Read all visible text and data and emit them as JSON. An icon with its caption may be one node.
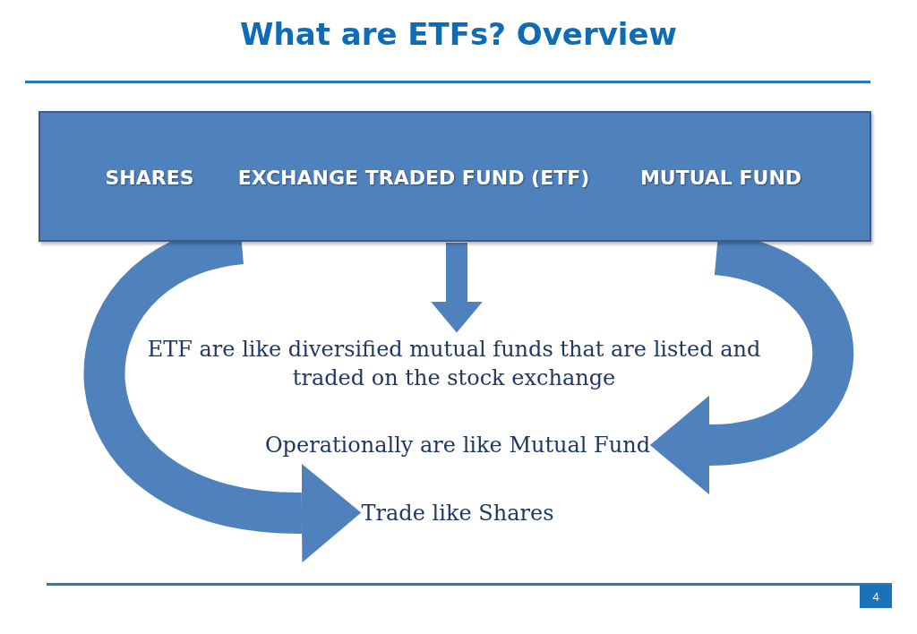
{
  "diagram": {
    "title": "What are ETFs? Overview",
    "nodes": [
      {
        "text": [],
        "shape": "box"
      },
      {
        "text": [
          "SHARES"
        ],
        "in": 0
      },
      {
        "text": [
          "EXCHANGE TRADED FUND (ETF)"
        ],
        "in": 0
      },
      {
        "text": [
          "MUTUAL FUND"
        ],
        "in": 0
      },
      {
        "text": [
          "ETF are like diversified mutual funds that are listed and traded on the stock exchange"
        ]
      },
      {
        "text": [
          "Operationally are like Mutual Fund"
        ]
      },
      {
        "text": [
          "Trade like Shares"
        ]
      }
    ],
    "edges": [
      {
        "from": 0,
        "to": 6,
        "arrow": "to"
      },
      {
        "from": 0,
        "to": 4,
        "arrow": "to"
      },
      {
        "from": 0,
        "to": 5,
        "arrow": "to"
      }
    ],
    "labels": [
      "4"
    ]
  }
}
